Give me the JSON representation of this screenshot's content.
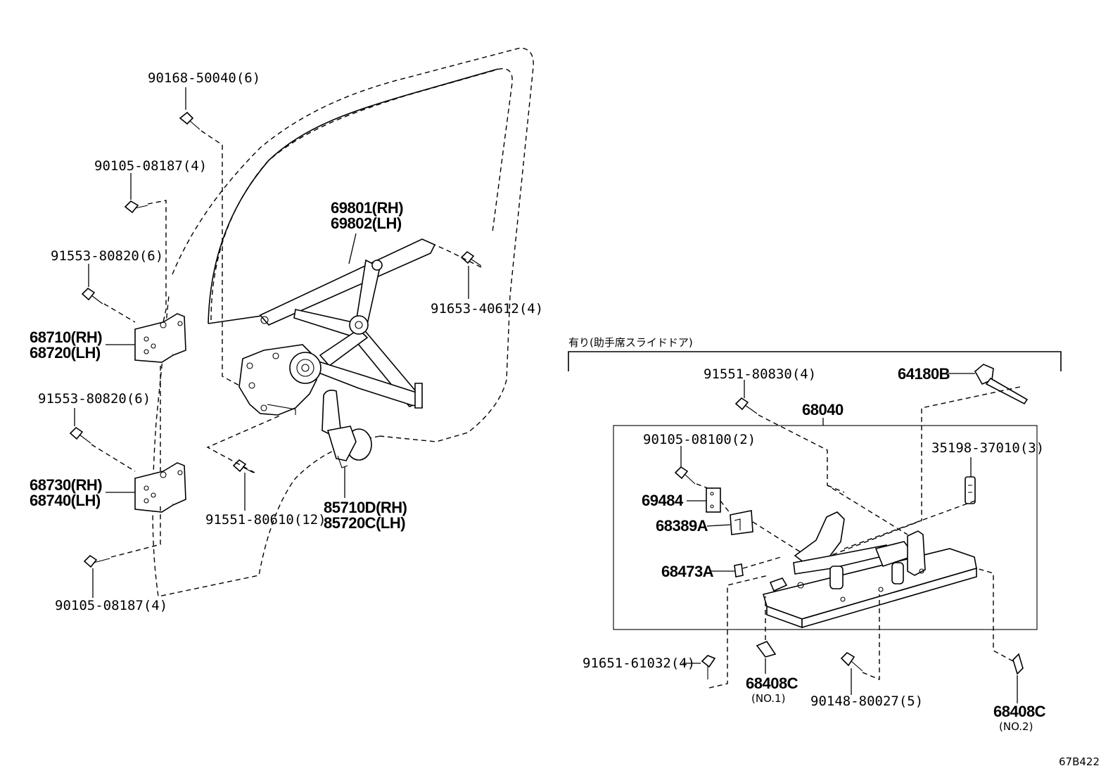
{
  "labels": {
    "bolt_90168_50040": "90168-50040(6)",
    "bolt_90105_08187_top": "90105-08187(4)",
    "bolt_91553_80820_top": "91553-80820(6)",
    "hinge_upper_rh": "68710(RH)",
    "hinge_upper_lh": "68720(LH)",
    "bolt_91553_80820_mid": "91553-80820(6)",
    "hinge_lower_rh": "68730(RH)",
    "hinge_lower_lh": "68740(LH)",
    "bolt_90105_08187_bottom": "90105-08187(4)",
    "regulator_rh": "69801(RH)",
    "regulator_lh": "69802(LH)",
    "bolt_91653_40612": "91653-40612(4)",
    "bolt_91551_80610": "91551-80610(12)",
    "motor_rh": "85710D(RH)",
    "motor_lh": "85720C(LH)",
    "section_header": "有り(助手席スライドドア)",
    "bolt_91551_80830": "91551-80830(4)",
    "part_64180B": "64180B",
    "assembly_68040": "68040",
    "bolt_90105_08100": "90105-08100(2)",
    "clip_35198_37010": "35198-37010(3)",
    "part_69484": "69484",
    "part_68389A": "68389A",
    "part_68473A": "68473A",
    "bolt_91651_61032": "91651-61032(4)",
    "clip_68408C_no1": "68408C",
    "clip_68408C_no1_note": "(NO.1)",
    "bolt_90148_80027": "90148-80027(5)",
    "clip_68408C_no2": "68408C",
    "clip_68408C_no2_note": "(NO.2)",
    "figure_id": "67B422"
  }
}
